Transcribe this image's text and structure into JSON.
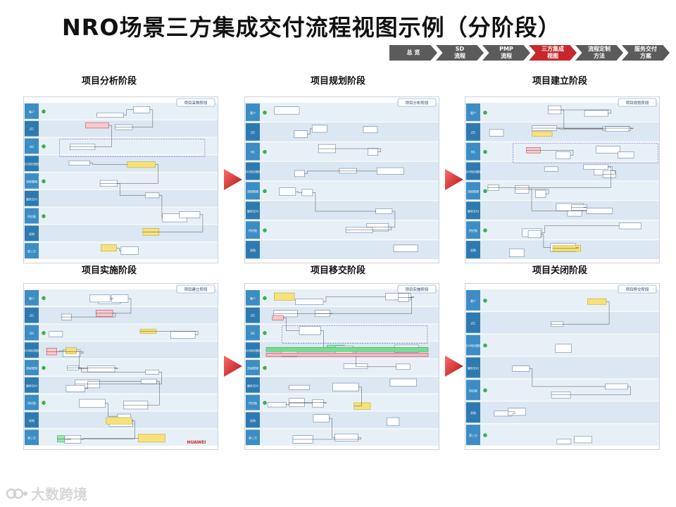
{
  "title": "NRO场景三方集成交付流程视图示例（分阶段）",
  "nav": {
    "steps": [
      {
        "label": "总 览",
        "active": false
      },
      {
        "label": "SD\n流程",
        "active": false
      },
      {
        "label": "PMP\n流程",
        "active": false
      },
      {
        "label": "三方集成\n视图",
        "active": true
      },
      {
        "label": "流程定制\n方法",
        "active": false
      },
      {
        "label": "服务交付\n方案",
        "active": false
      }
    ]
  },
  "panels": [
    {
      "title": "项目分析阶段",
      "tag": "项目采购阶段",
      "swimlanes": [
        "客户",
        "LTC",
        "BG",
        "交付项目管理",
        "流程管理",
        "服务交付",
        "供应链",
        "采购",
        "第三方"
      ]
    },
    {
      "title": "项目规划阶段",
      "tag": "项目分析阶段",
      "swimlanes": [
        "客户",
        "LTC",
        "BG",
        "交付项目管理",
        "流程管理",
        "服务交付",
        "供应链",
        "采购"
      ]
    },
    {
      "title": "项目建立阶段",
      "tag": "项目规划阶段",
      "swimlanes": [
        "客户",
        "LTC",
        "BG",
        "交付项目管理",
        "流程管理",
        "服务交付",
        "供应链",
        "采购"
      ]
    },
    {
      "title": "项目实施阶段",
      "tag": "项目建立阶段",
      "swimlanes": [
        "客户",
        "LTC",
        "BG",
        "交付项目管理",
        "流程管理",
        "服务交付",
        "供应链",
        "采购",
        "第三方"
      ]
    },
    {
      "title": "项目移交阶段",
      "tag": "项目实施阶段",
      "swimlanes": [
        "客户",
        "LTC",
        "BG",
        "交付项目管理",
        "流程管理",
        "服务交付",
        "供应链",
        "采购",
        "第三方"
      ]
    },
    {
      "title": "项目关闭阶段",
      "tag": "项目移交阶段",
      "swimlanes": [
        "客户",
        "LTC",
        "交付项目管理",
        "服务交付",
        "供应链",
        "采购",
        "第三方"
      ]
    }
  ],
  "watermark": "大数跨境",
  "brand": "HUAWEI",
  "colors": {
    "accent": "#c6282b",
    "nav": "#5b5b5b",
    "lane": "#e8f0f7",
    "laneAlt": "#dbe7f2",
    "label": "#1f5f8c"
  }
}
